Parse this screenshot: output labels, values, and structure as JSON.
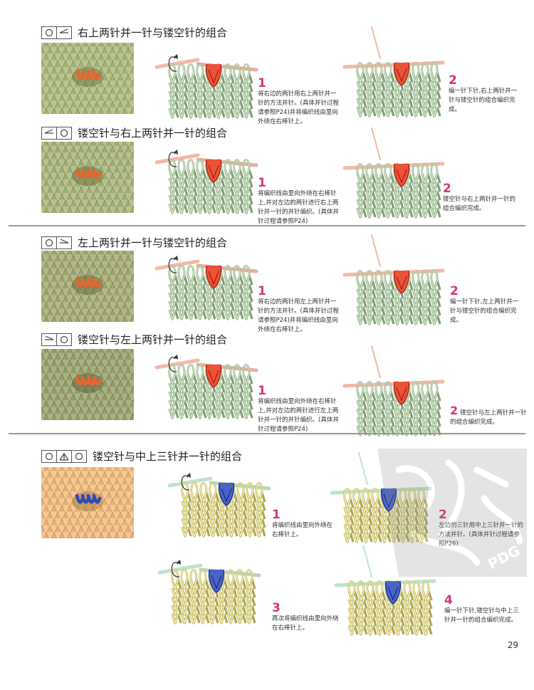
{
  "sections": [
    {
      "title": "右上两针并一针与镂空针的组合",
      "symbol": [
        "circle",
        "right-slant"
      ],
      "yarn_color": "#e8652f",
      "fabric_color": "#b9c58f",
      "diagram_colors": {
        "knit": "#c9e4bf",
        "work": "#e8533a",
        "needle_left": "#f3b8a7"
      },
      "steps": [
        {
          "num": "1",
          "text": "将右边的两针用右上两针并一针的方法并针。(具体并针过程请参照P24)并将编织线由里向外绕在右棒针上。"
        },
        {
          "num": "2",
          "text": "编一针下针,右上两针并一针与镂空针的组合编织完成。"
        }
      ]
    },
    {
      "title": "镂空针与右上两针并一针的组合",
      "symbol": [
        "right-slant",
        "circle"
      ],
      "yarn_color": "#e8652f",
      "fabric_color": "#b6c18d",
      "diagram_colors": {
        "knit": "#c9e4bf",
        "work": "#e8533a",
        "needle_left": "#f3b8a7"
      },
      "steps": [
        {
          "num": "1",
          "text": "将编织线由里向外绕在右棒针上,并对左边的两针进行右上两针并一针的并针编织。(具体并针过程请参照P24)"
        },
        {
          "num": "2",
          "text": "镂空针与右上两针并一针的组合编织完成。"
        }
      ]
    },
    {
      "title": "左上两针并一针与镂空针的组合",
      "symbol": [
        "circle",
        "left-slant"
      ],
      "yarn_color": "#e8652f",
      "fabric_color": "#b3b887",
      "diagram_colors": {
        "knit": "#c9e4bf",
        "work": "#e8533a",
        "needle_left": "#f3b8a7"
      },
      "steps": [
        {
          "num": "1",
          "text": "将右边的两针用左上两针并一针的方法并针。(具体并针过程请参照P24)并将编织线由里向外绕在右棒针上。"
        },
        {
          "num": "2",
          "text": "编一针下针,左上两针并一针与镂空针的组合编织完成。"
        }
      ]
    },
    {
      "title": "镂空针与左上两针并一针的组合",
      "symbol": [
        "left-slant",
        "circle"
      ],
      "yarn_color": "#e8652f",
      "fabric_color": "#a9b183",
      "diagram_colors": {
        "knit": "#c9e4bf",
        "work": "#e8533a",
        "needle_left": "#f3b8a7"
      },
      "steps": [
        {
          "num": "1",
          "text": "将编织线由里向外绕在右棒针上,并对左边的两针进行左上两针并一针的并针编织。(具体并针过程请参照P24)"
        },
        {
          "num": "2",
          "text": "镂空针与左上两针并一针的组合编织完成。"
        }
      ]
    },
    {
      "title": "镂空针与中上三针并一针的组合",
      "symbol": [
        "circle",
        "center-three",
        "circle"
      ],
      "yarn_color": "#2e49b8",
      "fabric_color": "#f6c78f",
      "diagram_colors": {
        "knit": "#f4ec9e",
        "work": "#4a63c6",
        "needle_left": "#bfe3c8"
      },
      "steps": [
        {
          "num": "1",
          "text": "将编织线由里向外绕在右棒针上。"
        },
        {
          "num": "2",
          "text": "左边的三针用中上三针并一针的方法并针。(具体并针过程请参照P26)"
        },
        {
          "num": "3",
          "text": "再次将编织线由里向外绕在右棒针上。"
        },
        {
          "num": "4",
          "text": "编一针下针,镂空针与中上三针并一针的组合编织完成。"
        }
      ]
    }
  ],
  "page_number": "29",
  "watermark_text": "PDG"
}
